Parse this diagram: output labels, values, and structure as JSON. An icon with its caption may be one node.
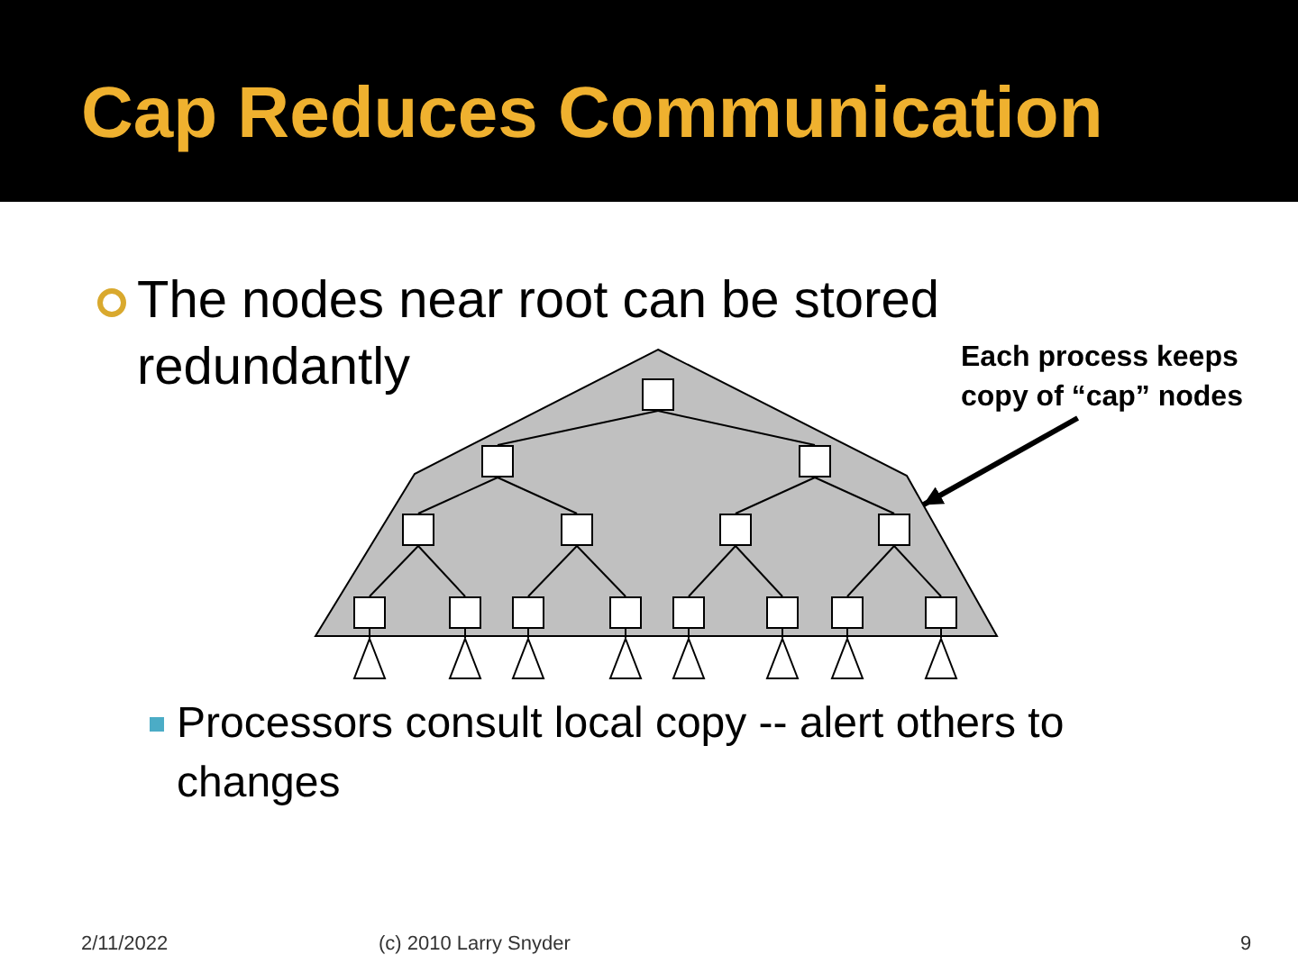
{
  "diagram": {
    "title": "Cap Reduces Communication",
    "nodes": [
      {
        "text": [],
        "shape": "polygon"
      },
      {
        "text": [],
        "shape": "box",
        "in": 0
      },
      {
        "text": [],
        "shape": "box",
        "in": 0
      },
      {
        "text": [],
        "shape": "box",
        "in": 0
      },
      {
        "text": [],
        "shape": "box",
        "in": 0
      },
      {
        "text": [],
        "shape": "box",
        "in": 0
      },
      {
        "text": [],
        "shape": "box",
        "in": 0
      },
      {
        "text": [],
        "shape": "box",
        "in": 0
      },
      {
        "text": [],
        "shape": "box",
        "in": 0
      },
      {
        "text": [],
        "shape": "box",
        "in": 0
      },
      {
        "text": [],
        "shape": "box",
        "in": 0
      },
      {
        "text": [],
        "shape": "box",
        "in": 0
      },
      {
        "text": [],
        "shape": "box",
        "in": 0
      },
      {
        "text": [],
        "shape": "box",
        "in": 0
      },
      {
        "text": [],
        "shape": "box",
        "in": 0
      },
      {
        "text": [],
        "shape": "box",
        "in": 0
      },
      {
        "text": [],
        "shape": "triangle"
      },
      {
        "text": [],
        "shape": "triangle"
      },
      {
        "text": [],
        "shape": "triangle"
      },
      {
        "text": [],
        "shape": "triangle"
      },
      {
        "text": [],
        "shape": "triangle"
      },
      {
        "text": [],
        "shape": "triangle"
      },
      {
        "text": [],
        "shape": "triangle"
      },
      {
        "text": [],
        "shape": "triangle"
      },
      {
        "text": [
          "Each process keeps copy of “cap” nodes"
        ]
      }
    ],
    "edges": [
      {
        "from": 1,
        "to": 2,
        "arrow": "none"
      },
      {
        "from": 1,
        "to": 3,
        "arrow": "none"
      },
      {
        "from": 2,
        "to": 4,
        "arrow": "none"
      },
      {
        "from": 2,
        "to": 5,
        "arrow": "none"
      },
      {
        "from": 3,
        "to": 6,
        "arrow": "none"
      },
      {
        "from": 3,
        "to": 7,
        "arrow": "none"
      },
      {
        "from": 4,
        "to": 8,
        "arrow": "none"
      },
      {
        "from": 4,
        "to": 9,
        "arrow": "none"
      },
      {
        "from": 5,
        "to": 10,
        "arrow": "none"
      },
      {
        "from": 5,
        "to": 11,
        "arrow": "none"
      },
      {
        "from": 6,
        "to": 12,
        "arrow": "none"
      },
      {
        "from": 6,
        "to": 13,
        "arrow": "none"
      },
      {
        "from": 7,
        "to": 14,
        "arrow": "none"
      },
      {
        "from": 7,
        "to": 15,
        "arrow": "none"
      },
      {
        "from": 8,
        "to": 16,
        "arrow": "none"
      },
      {
        "from": 9,
        "to": 17,
        "arrow": "none"
      },
      {
        "from": 10,
        "to": 18,
        "arrow": "none"
      },
      {
        "from": 11,
        "to": 19,
        "arrow": "none"
      },
      {
        "from": 12,
        "to": 20,
        "arrow": "none"
      },
      {
        "from": 13,
        "to": 21,
        "arrow": "none"
      },
      {
        "from": 14,
        "to": 22,
        "arrow": "none"
      },
      {
        "from": 15,
        "to": 23,
        "arrow": "none"
      },
      {
        "from": 24,
        "to": 0,
        "arrow": "to",
        "style": "thick"
      }
    ],
    "labels": [
      "The nodes near root can be stored redundantly",
      "Processors consult local copy -- alert others to changes",
      "2/11/2022",
      "(c) 2010 Larry Snyder",
      "9"
    ]
  }
}
